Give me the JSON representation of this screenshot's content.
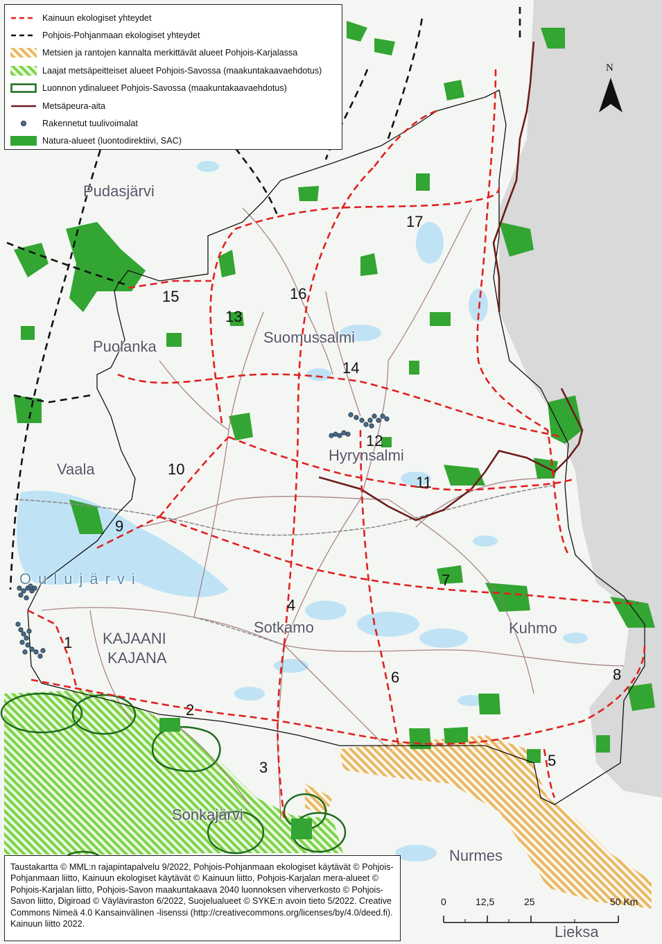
{
  "legend": {
    "items": [
      {
        "label": "Kainuun ekologiset yhteydet",
        "symbol": "red-dashed-line-icon"
      },
      {
        "label": "Pohjois-Pohjanmaan ekologiset yhteydet",
        "symbol": "black-dashed-line-icon"
      },
      {
        "label": "Metsien ja rantojen kannalta merkittävät alueet Pohjois-Karjalassa",
        "symbol": "orange-hatch-icon"
      },
      {
        "label": "Laajat metsäpeitteiset alueet Pohjois-Savossa (maakuntakaavaehdotus)",
        "symbol": "green-hatch-icon"
      },
      {
        "label": "Luonnon ydinalueet Pohjois-Savossa (maakuntakaavaehdotus)",
        "symbol": "green-outline-icon"
      },
      {
        "label": "Metsäpeura-aita",
        "symbol": "brown-line-icon"
      },
      {
        "label": "Rakennetut tuulivoimalat",
        "symbol": "wind-turbine-dot-icon"
      },
      {
        "label": "Natura-alueet (luontodirektiivi, SAC)",
        "symbol": "green-fill-icon"
      }
    ]
  },
  "north": "N",
  "places": {
    "pudasjarvi": "Pudasjärvi",
    "puolanka": "Puolanka",
    "suomussalmi": "Suomussalmi",
    "hyrynsalmi": "Hyrynsalmi",
    "vaala": "Vaala",
    "oulujarvi": "Oulujärvi",
    "kajaani": "KAJAANI",
    "kajana": "KAJANA",
    "sotkamo": "Sotkamo",
    "kuhmo": "Kuhmo",
    "sonkajarvi": "Sonkajärvi",
    "nurmes": "Nurmes",
    "lieksa": "Lieksa"
  },
  "corridors": [
    "1",
    "2",
    "3",
    "4",
    "5",
    "6",
    "7",
    "8",
    "9",
    "10",
    "11",
    "12",
    "13",
    "14",
    "15",
    "16",
    "17"
  ],
  "scale": {
    "ticks": [
      "0",
      "12,5",
      "25",
      "50 Km"
    ]
  },
  "credit": "Taustakartta © MML:n rajapintapalvelu 9/2022, Pohjois-Pohjanmaan ekologiset käytävät © Pohjois-Pohjanmaan liitto, Kainuun ekologiset käytävät © Kainuun liitto, Pohjois-Karjalan mera-alueet © Pohjois-Karjalan liitto, Pohjois-Savon maakuntakaava 2040 luonnoksen viherverkosto © Pohjois-Savon liitto, Digiroad © Väyläviraston 6/2022, Suojelualueet © SYKE:n avoin tieto 5/2022. Creative Commons Nimeä 4.0 Kansainvälinen -lisenssi (http://creativecommons.org/licenses/by/4.0/deed.fi). Kainuun liitto 2022.",
  "colors": {
    "kainuu_corridor": "#e02020",
    "pp_corridor": "#111111",
    "natura": "#33a532",
    "water": "#bfe3f5",
    "russia": "#d9d9d9",
    "fence": "#6b1d1d",
    "turbine": "#4a6b8a",
    "orange_hatch": "#e8b866",
    "green_hatch": "#7fd34a"
  }
}
